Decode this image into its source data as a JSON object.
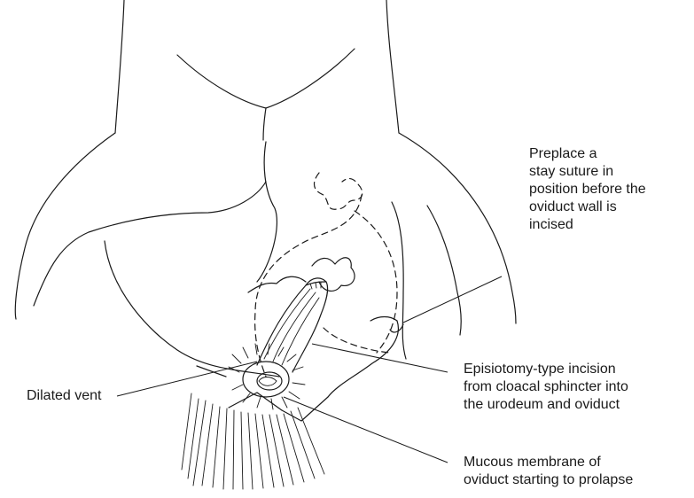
{
  "labels": {
    "stay_suture": [
      "Preplace a",
      "stay suture in",
      "position before the",
      "oviduct wall is",
      "incised"
    ],
    "episiotomy": [
      "Episiotomy-type incision",
      "from cloacal sphincter into",
      "the urodeum and oviduct"
    ],
    "dilated_vent": [
      "Dilated vent"
    ],
    "mucous_membrane": [
      "Mucous membrane of",
      "oviduct starting to prolapse"
    ]
  }
}
